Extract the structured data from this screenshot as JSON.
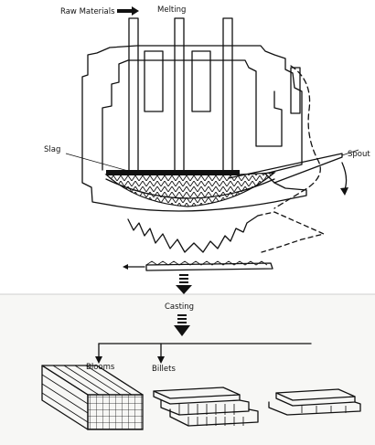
{
  "labels": {
    "raw_materials": "Raw Materials",
    "melting": "Melting",
    "slag": "Slag",
    "spout": "Spout",
    "casting": "Casting",
    "blooms": "Blooms",
    "billets": "Billets"
  },
  "colors": {
    "ink": "#111111",
    "paper": "#ffffff",
    "lower_panel": "#f7f7f5"
  }
}
